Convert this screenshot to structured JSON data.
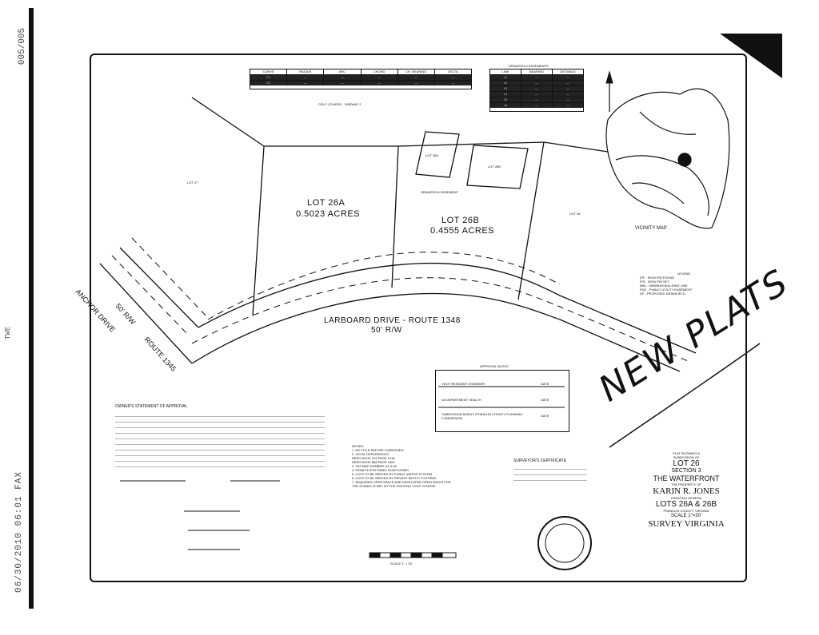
{
  "fax": {
    "header": "06/30/2010 06:01 FAX",
    "page": "005/005",
    "side_tag": "TWE"
  },
  "lots": {
    "lot26a_title": "LOT 26A",
    "lot26a_acres": "0.5023 ACRES",
    "lot26b_title": "LOT 26B",
    "lot26b_acres": "0.4555 ACRES",
    "lot27": "LOT 27",
    "lot25": "LOT 25",
    "lot26a_small": "LOT 26A",
    "lot26b_small": "LOT 26B"
  },
  "roads": {
    "larboard_line1": "LARBOARD DRIVE - ROUTE 1348",
    "larboard_line2": "50' R/W",
    "anchor": "ANCHOR DRIVE",
    "anchor_rw": "50' R/W",
    "anchor_route": "ROUTE 1345"
  },
  "labels": {
    "golf_course": "GOLF COURSE - FAIRWAY 2",
    "drainfield_easements_title": "DRAINFIELD EASEMENTS",
    "drainfield_easement": "DRAINFIELD EASEMENT",
    "vicinity_map": "VICINITY MAP",
    "legend_title": "LEGEND",
    "approval_block": "APPROVAL BLOCK",
    "owners_statement_title": "OWNER'S STATEMENT OF APPROVAL",
    "notes_title": "NOTES:",
    "surveyors_cert_title": "SURVEYOR'S CERTIFICATE",
    "scale_text": "SCALE 1\" = 30'",
    "new_plats": "NEW PLATS"
  },
  "approval": {
    "vdot": "VDOT RESIDENT ENGINEER",
    "health": "VA DEPARTMENT HEALTH",
    "subdivision": "SUBDIVISION AGENT, FRANKLIN COUNTY PLANNING COMMISSION",
    "date": "DATE"
  },
  "legend": [
    "IPF - IRON PIN FOUND",
    "IPS - IRON PIN SET",
    "MBL - MINIMUM BUILDING LINE",
    "PUE - PUBLIC UTILITY EASEMENT",
    "DF - PROPOSED DRAINFIELD"
  ],
  "notes": [
    "1. NO TITLE REPORT FURNISHED",
    "2. LEGAL REFERENCES:",
    "   DEED BOOK 322 PAGE 1318",
    "   DEED BOOK 888 PAGE 1824",
    "3. TAX MAP NUMBER: 51.4-26",
    "4. FEMA FLOOD PANEL 51067C0350D",
    "5. LOTS TO BE SERVED BY PUBLIC WATER SYSTEM",
    "6. LOTS TO BE SERVED BY PRIVATE SEPTIC SYSTEMS",
    "7. REQUIRED OPEN SPACE AND DEVELOPED OPEN SPACE FOR",
    "   THE ZONING IS MET BY THE EXISTING GOLF COURSE."
  ],
  "title_block": {
    "line1": "PLAT SHOWING A",
    "line2": "SUBDIVISION OF",
    "line3": "LOT 26",
    "line4": "SECTION 3",
    "line5": "THE WATERFRONT",
    "line6": "THE PROPERTY OF",
    "line7": "KARIN R. JONES",
    "line8": "CREATING HEREON",
    "line9": "LOTS 26A & 26B",
    "line10": "FRANKLIN COUNTY, VIRGINIA",
    "line11": "SCALE 1\"=30'",
    "line12": "SURVEY VIRGINIA"
  },
  "colors": {
    "ink": "#111111",
    "paper": "#ffffff"
  }
}
